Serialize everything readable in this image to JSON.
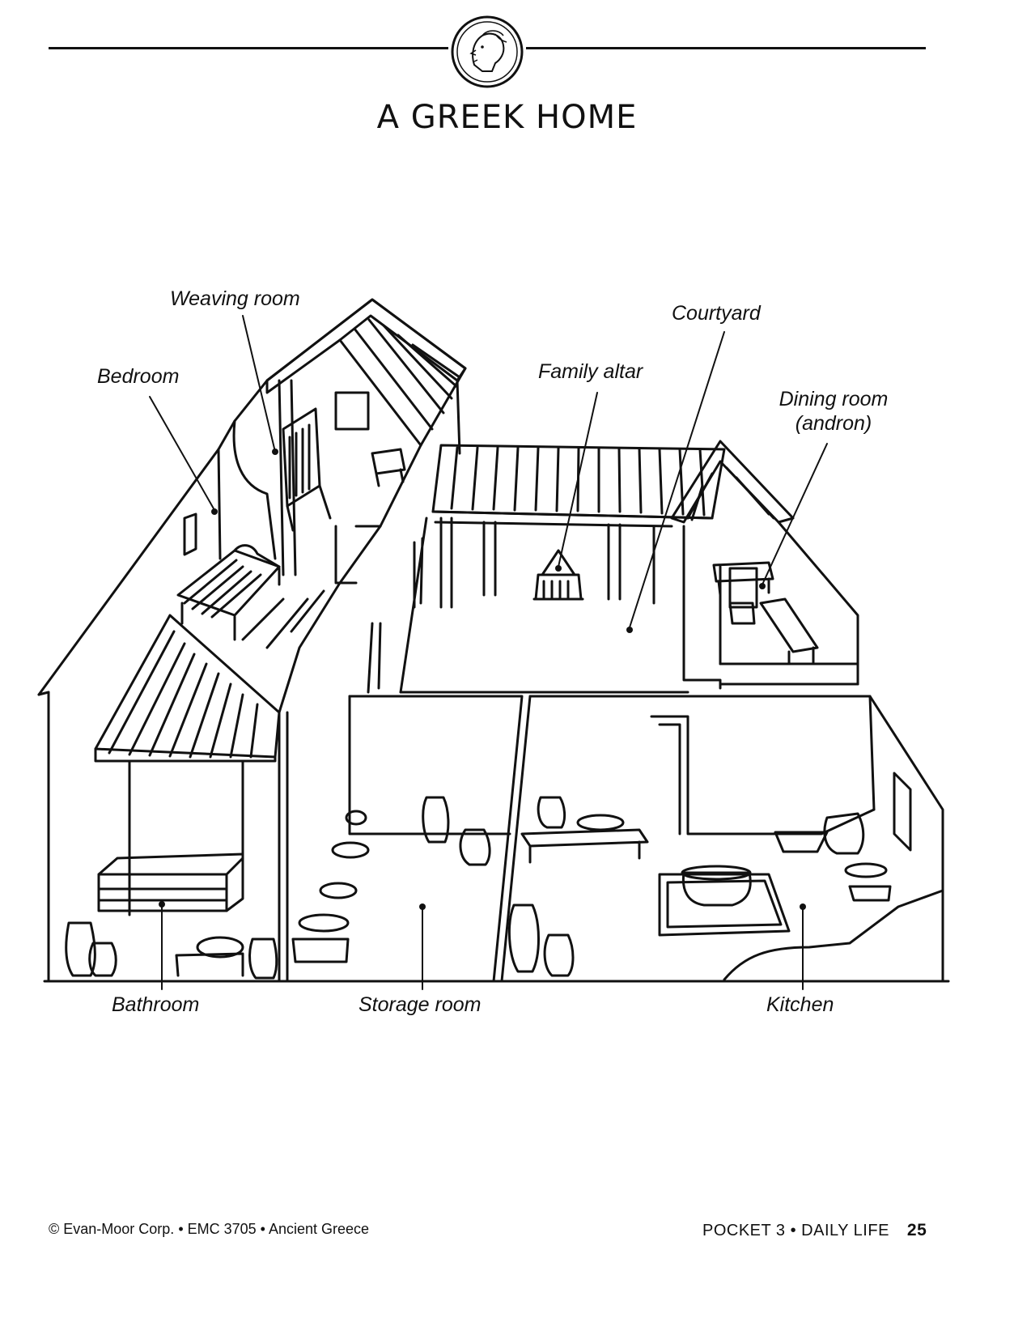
{
  "title": "A GREEK HOME",
  "labels": {
    "weaving_room": "Weaving room",
    "bedroom": "Bedroom",
    "family_altar": "Family altar",
    "courtyard": "Courtyard",
    "dining_room_line1": "Dining room",
    "dining_room_line2": "(andron)",
    "bathroom": "Bathroom",
    "storage_room": "Storage room",
    "kitchen": "Kitchen"
  },
  "footer": {
    "copyright": "© Evan-Moor Corp. • EMC 3705 • Ancient Greece",
    "section": "POCKET 3 • DAILY LIFE",
    "page_number": "25"
  },
  "icons": [
    "greek-coin-icon"
  ]
}
